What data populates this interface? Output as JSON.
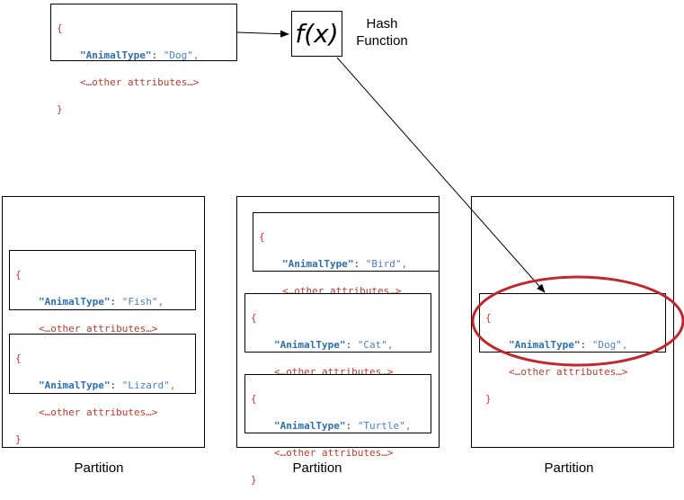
{
  "input_record": {
    "open": "{",
    "key": "\"AnimalType\"",
    "colon": ": ",
    "value": "\"Dog\",",
    "other": "<…other attributes…>",
    "close": "}"
  },
  "hash": {
    "symbol": "f(x)",
    "label_line1": "Hash",
    "label_line2": "Function"
  },
  "partitions": [
    {
      "label": "Partition",
      "records": [
        {
          "open": "{",
          "key": "\"AnimalType\"",
          "colon": ": ",
          "value": "\"Fish\",",
          "other": "<…other attributes…>",
          "close": "}"
        },
        {
          "open": "{",
          "key": "\"AnimalType\"",
          "colon": ": ",
          "value": "\"Lizard\",",
          "other": "<…other attributes…>",
          "close": "}"
        }
      ]
    },
    {
      "label": "Partition",
      "records": [
        {
          "open": "{",
          "key": "\"AnimalType\"",
          "colon": ": ",
          "value": "\"Bird\",",
          "other": "<…other attributes…>",
          "close": "}"
        },
        {
          "open": "{",
          "key": "\"AnimalType\"",
          "colon": ": ",
          "value": "\"Cat\",",
          "other": "<…other attributes…>",
          "close": "}"
        },
        {
          "open": "{",
          "key": "\"AnimalType\"",
          "colon": ": ",
          "value": "\"Turtle\",",
          "other": "<…other attributes…>",
          "close": "}"
        }
      ]
    },
    {
      "label": "Partition",
      "records": [
        {
          "open": "{",
          "key": "\"AnimalType\"",
          "colon": ": ",
          "value": "\"Dog\",",
          "other": "<…other attributes…>",
          "close": "}"
        }
      ]
    }
  ],
  "colors": {
    "highlight": "#c0262c",
    "brace": "#c0392b",
    "key": "#2a6fb0",
    "value": "#4a7fd4"
  }
}
